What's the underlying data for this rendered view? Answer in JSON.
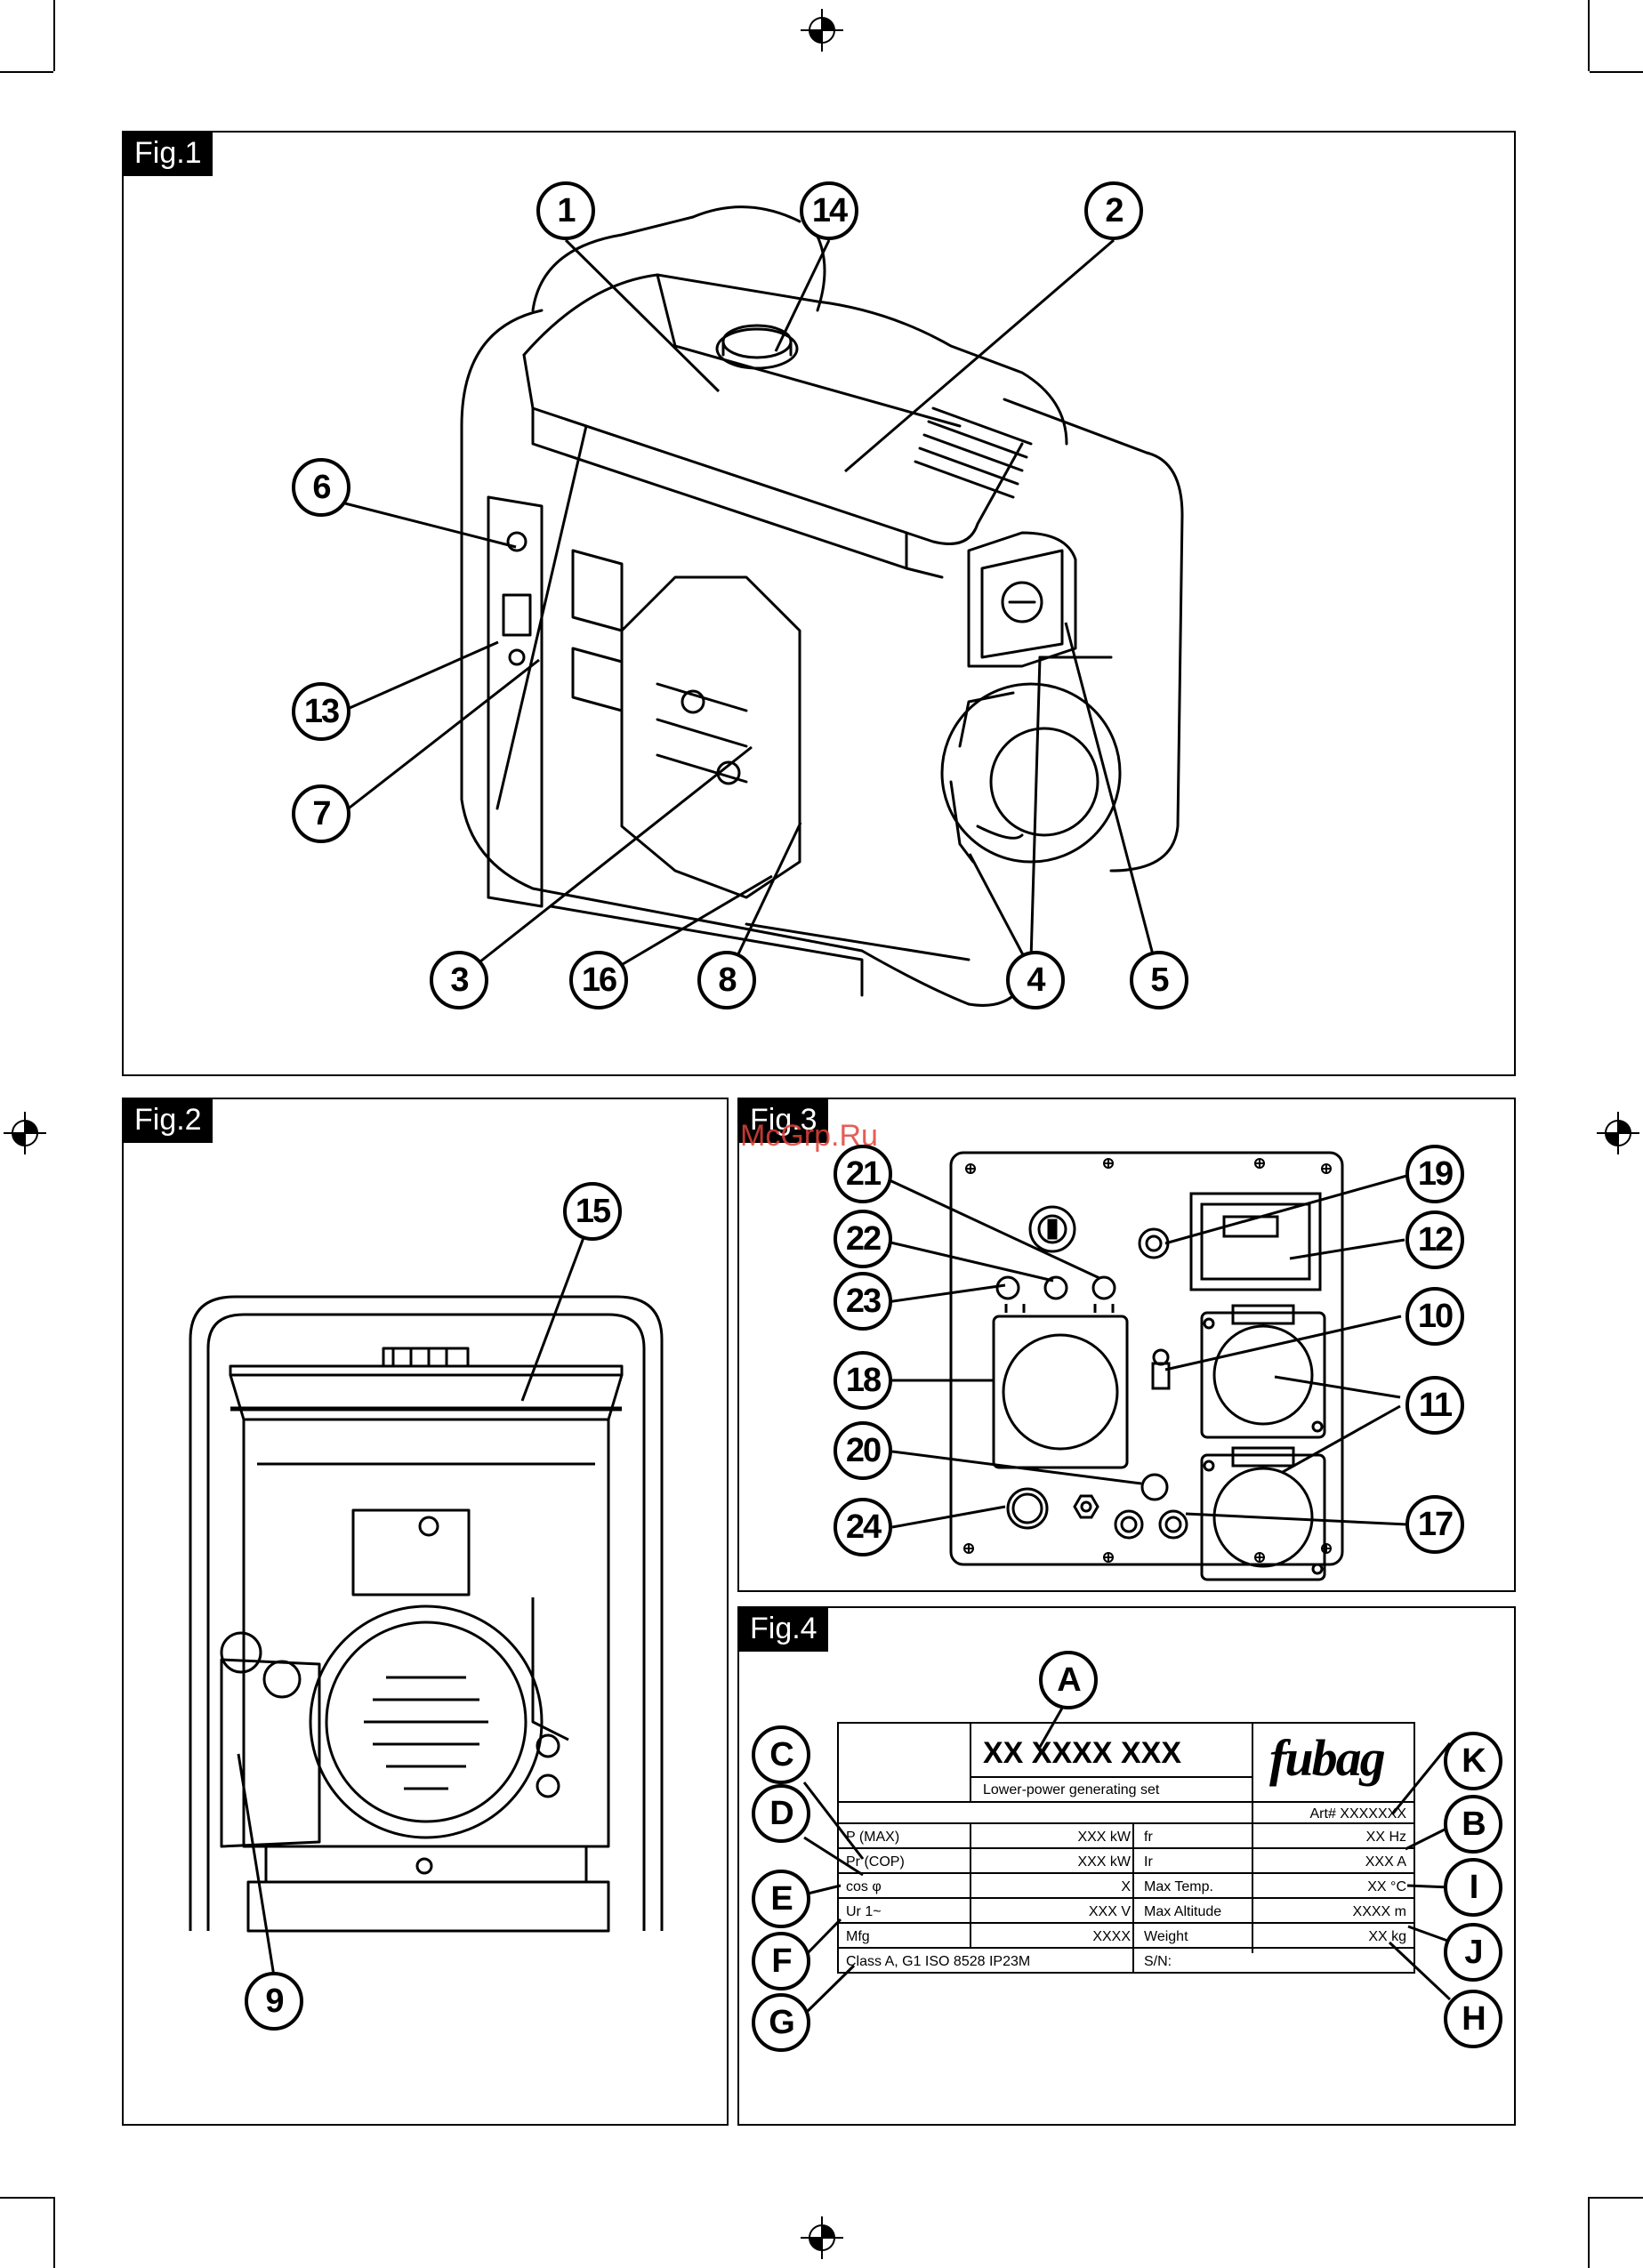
{
  "figures": {
    "fig1": {
      "label": "Fig.1"
    },
    "fig2": {
      "label": "Fig.2"
    },
    "fig3": {
      "label": "Fig.3"
    },
    "fig4": {
      "label": "Fig.4"
    }
  },
  "watermark": "McGrp.Ru",
  "brand": "fubag",
  "fig1_callouts": [
    "1",
    "14",
    "2",
    "6",
    "13",
    "7",
    "3",
    "16",
    "8",
    "4",
    "5"
  ],
  "fig2_callouts": [
    "15",
    "9"
  ],
  "fig3_callouts": [
    "21",
    "22",
    "23",
    "18",
    "20",
    "24",
    "19",
    "12",
    "10",
    "11",
    "17"
  ],
  "fig4_callouts": [
    "A",
    "C",
    "D",
    "E",
    "F",
    "G",
    "K",
    "B",
    "I",
    "J",
    "H"
  ],
  "plate": {
    "model": "XX XXXX XXX",
    "subtitle": "Lower-power generating set",
    "art": "Art#  XXXXXXX",
    "rows": [
      {
        "l_label": "P (MAX)",
        "l_value": "XXX kW",
        "r_label": "fr",
        "r_value": "XX Hz"
      },
      {
        "l_label": "Pr (COP)",
        "l_value": "XXX kW",
        "r_label": "Ir",
        "r_value": "XXX A"
      },
      {
        "l_label": "cos φ",
        "l_value": "X",
        "r_label": "Max Temp.",
        "r_value": "XX °C"
      },
      {
        "l_label": "Ur 1~",
        "l_value": "XXX V",
        "r_label": "Max Altitude",
        "r_value": "XXXX m"
      },
      {
        "l_label": "Mfg",
        "l_value": "XXXX",
        "r_label": "Weight",
        "r_value": "XX kg"
      }
    ],
    "footer_left": "Class A, G1 ISO 8528   IP23M",
    "footer_right": "S/N:"
  }
}
